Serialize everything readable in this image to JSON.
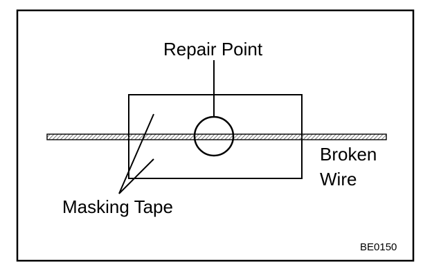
{
  "labels": {
    "repair_point": "Repair Point",
    "broken_wire_line1": "Broken",
    "broken_wire_line2": "Wire",
    "masking_tape": "Masking Tape",
    "figure_code": "BE0150"
  },
  "colors": {
    "ink": "#000000",
    "background": "#ffffff",
    "wire_hatch": "#555555"
  }
}
